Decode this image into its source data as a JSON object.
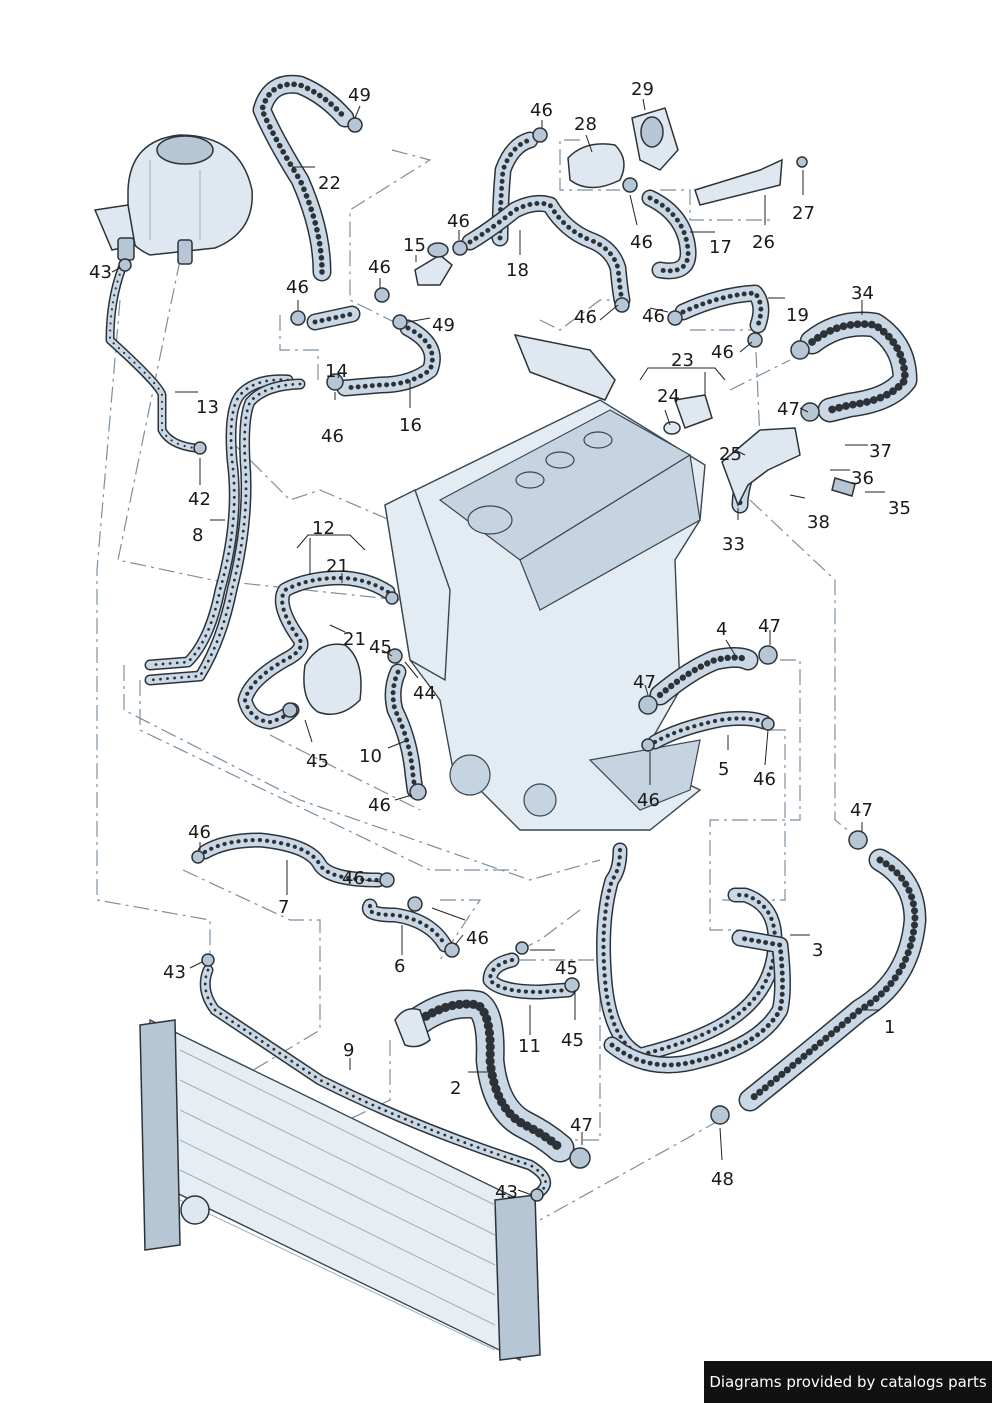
{
  "labels": [
    "49",
    "22",
    "46",
    "28",
    "29",
    "27",
    "26",
    "17",
    "46",
    "18",
    "46",
    "15",
    "46",
    "43",
    "46",
    "14",
    "13",
    "42",
    "8",
    "46",
    "16",
    "49",
    "19",
    "34",
    "46",
    "46",
    "23",
    "24",
    "47",
    "25",
    "37",
    "36",
    "35",
    "38",
    "33",
    "12",
    "21",
    "21",
    "45",
    "44",
    "45",
    "10",
    "46",
    "4",
    "47",
    "47",
    "5",
    "46",
    "46",
    "47",
    "46",
    "7",
    "46",
    "6",
    "46",
    "43",
    "3",
    "45",
    "45",
    "11",
    "1",
    "9",
    "2",
    "47",
    "43",
    "48",
    "46"
  ],
  "credit": "Diagrams provided by catalogs parts"
}
